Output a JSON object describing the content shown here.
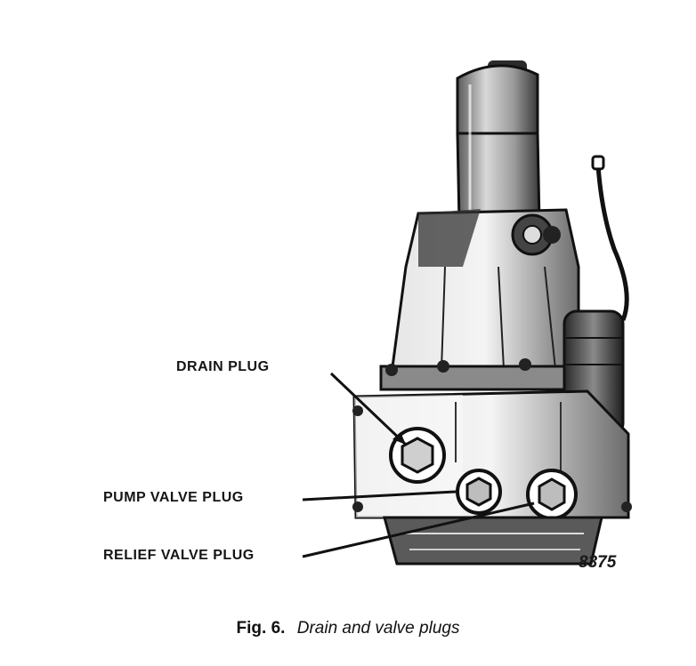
{
  "labels": {
    "drain_plug": "DRAIN PLUG",
    "pump_valve_plug": "PUMP VALVE PLUG",
    "relief_valve_plug": "RELIEF VALVE PLUG"
  },
  "figure_number": "8375",
  "caption": {
    "number": "Fig. 6.",
    "text": "Drain and valve plugs"
  },
  "colors": {
    "ink": "#151515",
    "paper": "#ffffff"
  }
}
